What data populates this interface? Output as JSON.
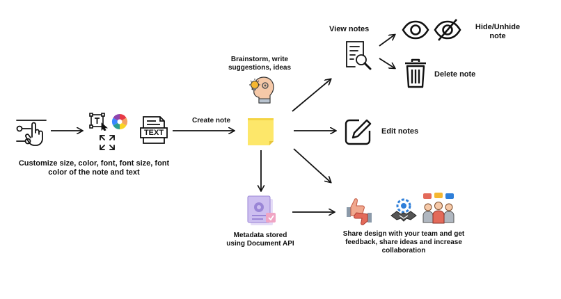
{
  "labels": {
    "customize": "Customize size, color, font, font size, font color of the note and text",
    "create_note": "Create note",
    "brainstorm": "Brainstorm, write suggestions, ideas",
    "view_notes": "View notes",
    "hide_unhide": "Hide/Unhide note",
    "delete_note": "Delete note",
    "edit_notes": "Edit notes",
    "metadata": "Metadata stored using Document API",
    "share": "Share design with your team and get feedback, share ideas and increase collaboration",
    "text_icon": "TEXT"
  },
  "colors": {
    "sticky_note": "#fde76a",
    "lightbulb": "#f5b731",
    "document_purple": "#b9a7e6",
    "thumb_red": "#e36a5a",
    "team_blue": "#2f7fd9"
  },
  "icons": [
    "swipe-hand-icon",
    "text-tool-icon",
    "color-wheel-icon",
    "resize-arrows-icon",
    "text-file-icon",
    "sticky-note-icon",
    "brainstorm-head-icon",
    "view-document-icon",
    "eye-icon",
    "eye-off-icon",
    "trash-icon",
    "edit-icon",
    "metadata-document-icon",
    "thumbs-feedback-icon",
    "handshake-icon",
    "team-chat-icon"
  ]
}
